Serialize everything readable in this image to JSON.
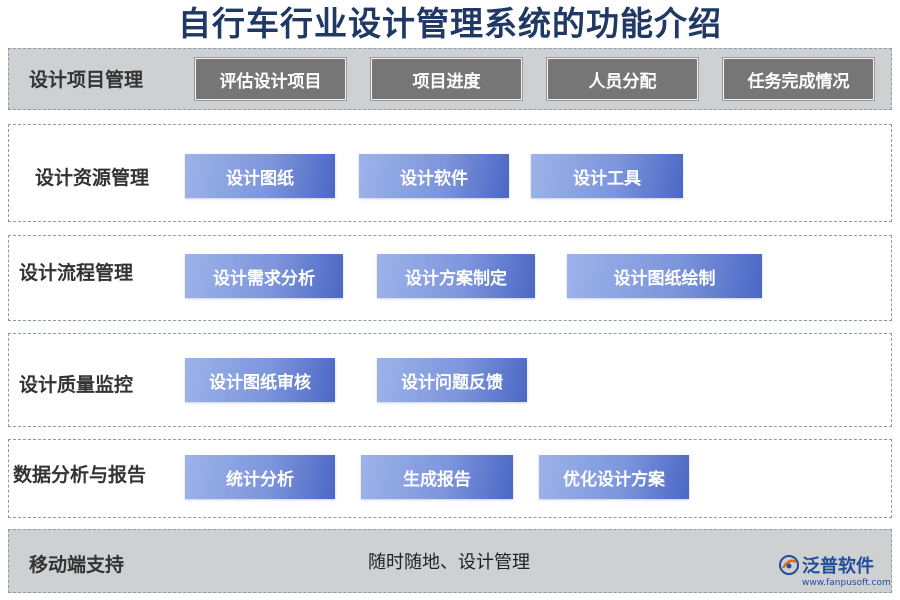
{
  "title": "自行车行业设计管理系统的功能介绍",
  "sections": [
    {
      "label": "设计项目管理",
      "items": [
        "评估设计项目",
        "项目进度",
        "人员分配",
        "任务完成情况"
      ]
    },
    {
      "label": "设计资源管理",
      "items": [
        "设计图纸",
        "设计软件",
        "设计工具"
      ]
    },
    {
      "label": "设计流程管理",
      "items": [
        "设计需求分析",
        "设计方案制定",
        "设计图纸绘制"
      ]
    },
    {
      "label": "设计质量监控",
      "items": [
        "设计图纸审核",
        "设计问题反馈"
      ]
    },
    {
      "label": "数据分析与报告",
      "items": [
        "统计分析",
        "生成报告",
        "优化设计方案"
      ]
    },
    {
      "label": "移动端支持",
      "text": "随时随地、设计管理"
    }
  ],
  "logo": {
    "name": "泛普软件",
    "url": "www.fanpusoft.com"
  },
  "colors": {
    "title": "#1f3864",
    "gray_box": "#cfd0d2",
    "gray_button": "#767676",
    "blue_button_light": "#9db3ea",
    "blue_button_dark": "#4b67c4"
  }
}
